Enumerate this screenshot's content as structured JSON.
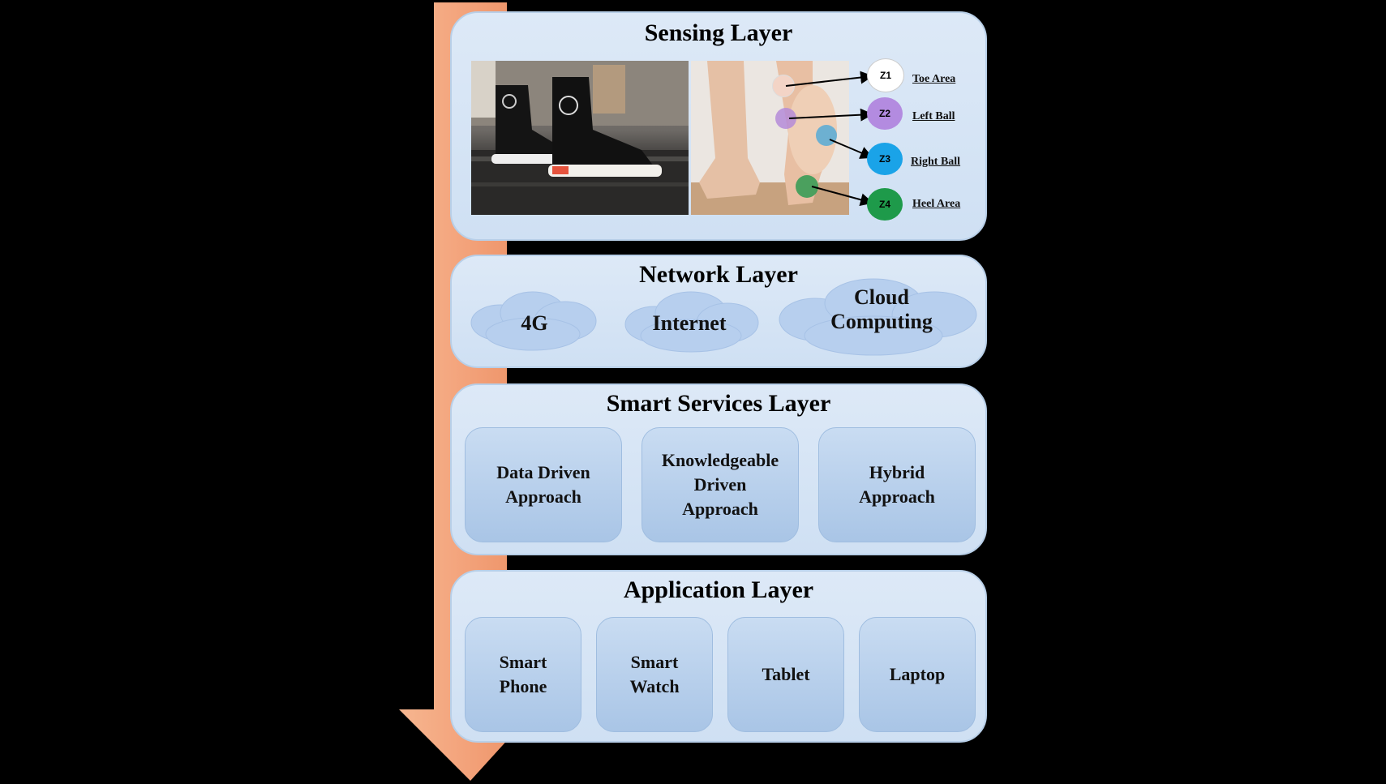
{
  "sensing": {
    "title": "Sensing Layer",
    "zones": [
      {
        "id": "Z1",
        "label": "Toe Area",
        "color": "#ffffff"
      },
      {
        "id": "Z2",
        "label": "Left Ball",
        "color": "#b38be0"
      },
      {
        "id": "Z3",
        "label": "Right Ball",
        "color": "#1aa3e8"
      },
      {
        "id": "Z4",
        "label": "Heel Area",
        "color": "#1e9a4a"
      }
    ]
  },
  "network": {
    "title": "Network Layer",
    "clouds": [
      "4G",
      "Internet",
      "Cloud\nComputing"
    ]
  },
  "services": {
    "title": "Smart Services Layer",
    "items": [
      "Data Driven\nApproach",
      "Knowledgeable\nDriven\nApproach",
      "Hybrid\nApproach"
    ]
  },
  "application": {
    "title": "Application Layer",
    "items": [
      "Smart\nPhone",
      "Smart\nWatch",
      "Tablet",
      "Laptop"
    ]
  },
  "colors": {
    "arrow": "#f3a77c",
    "panel": "#d6e4f5",
    "box": "#b3cceb"
  }
}
